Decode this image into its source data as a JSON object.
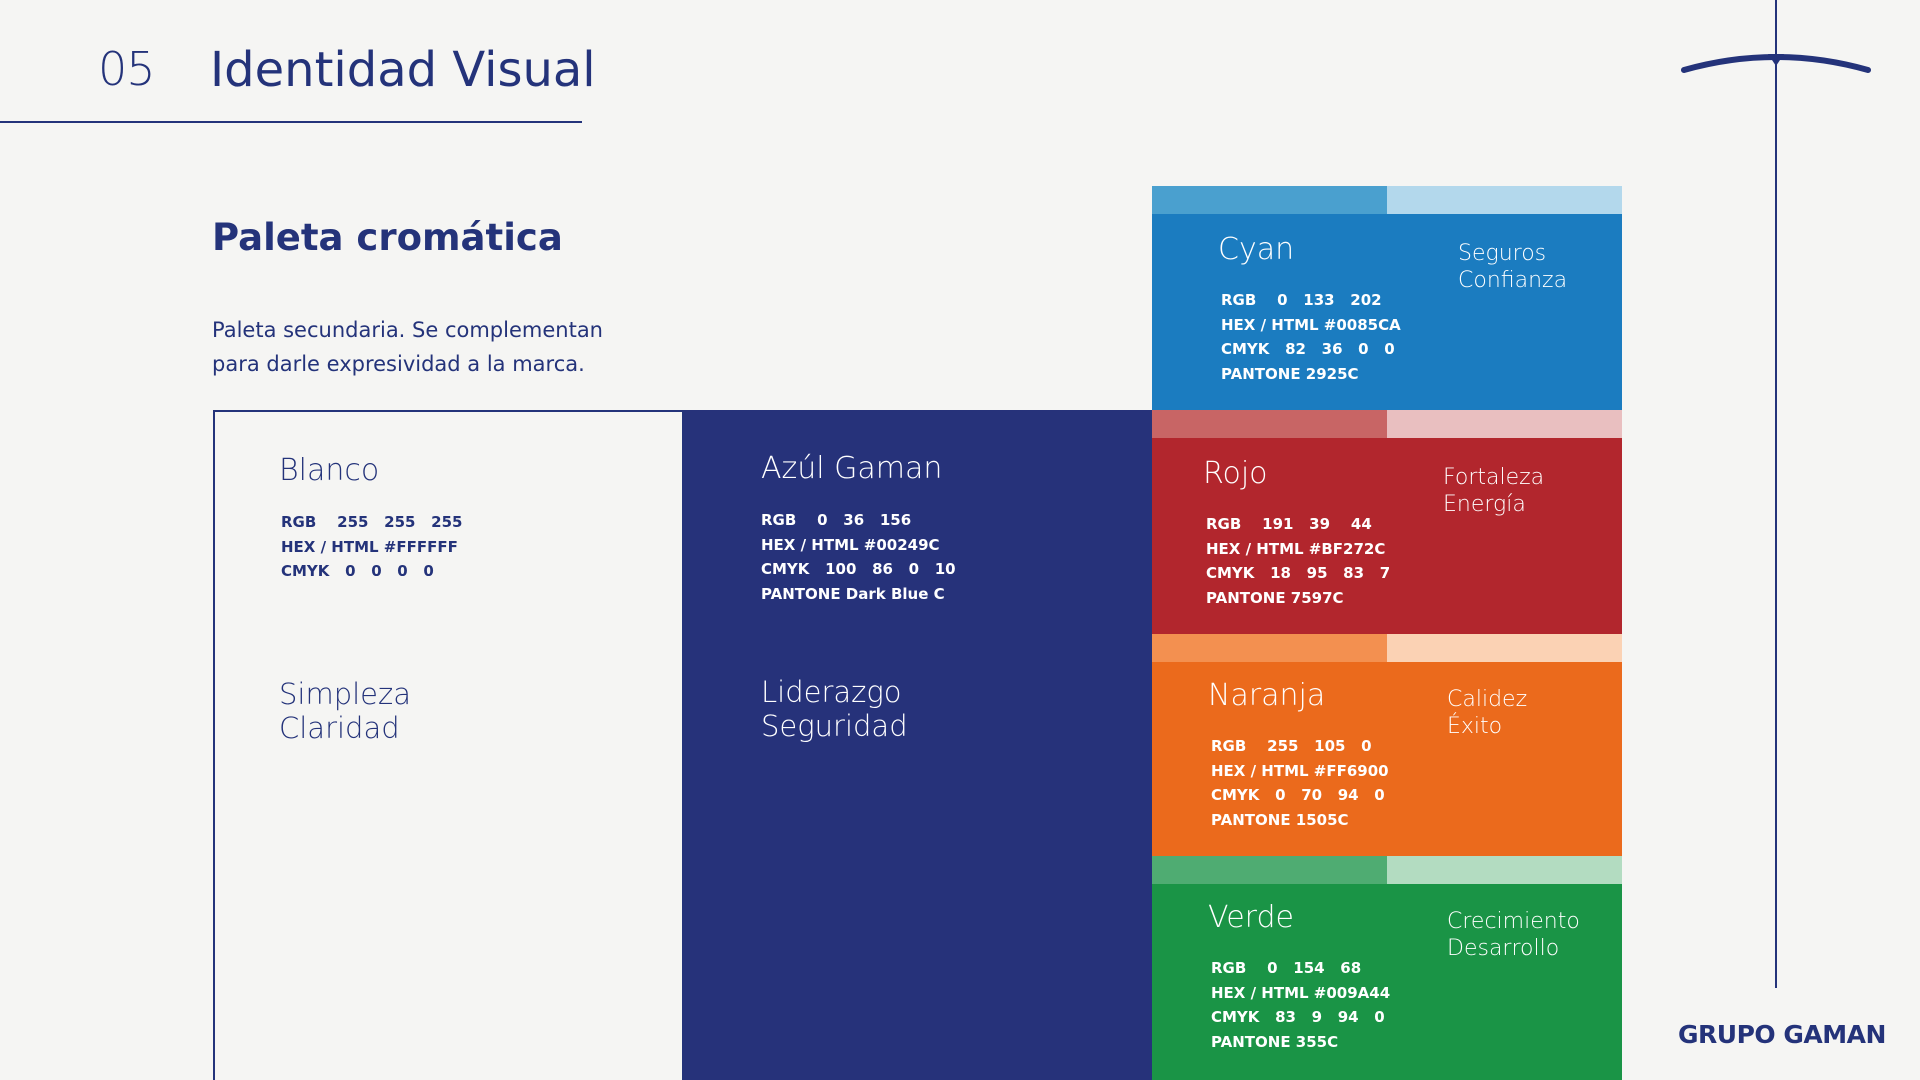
{
  "header": {
    "section_number": "05",
    "section_title": "Identidad Visual"
  },
  "intro": {
    "title": "Paleta cromática",
    "description": "Paleta secundaria. Se complementan para darle expresividad a la marca."
  },
  "brand": {
    "name": "GRUPO GAMAN"
  },
  "colors_accent": "#24337a",
  "swatches": {
    "blanco": {
      "name": "Blanco",
      "specs": "RGB    255   255   255\nHEX / HTML #FFFFFF\nCMYK   0   0   0   0",
      "values": [
        "Simpleza",
        "Claridad"
      ],
      "color": "#FFFFFF"
    },
    "azul": {
      "name": "Azúl Gaman",
      "specs": "RGB    0   36   156\nHEX / HTML #00249C\nCMYK   100   86   0   10\nPANTONE Dark Blue C",
      "values": [
        "Liderazgo",
        "Seguridad"
      ],
      "color": "#00249C"
    },
    "cyan": {
      "name": "Cyan",
      "specs": "RGB    0   133   202\nHEX / HTML #0085CA\nCMYK   82   36   0   0\nPANTONE 2925C",
      "values": [
        "Seguros",
        "Confianza"
      ],
      "color": "#0085CA"
    },
    "rojo": {
      "name": "Rojo",
      "specs": "RGB    191   39    44\nHEX / HTML #BF272C\nCMYK   18   95   83   7\nPANTONE 7597C",
      "values": [
        "Fortaleza",
        "Energía"
      ],
      "color": "#BF272C"
    },
    "naranja": {
      "name": "Naranja",
      "specs": "RGB    255   105   0\nHEX / HTML #FF6900\nCMYK   0   70   94   0\nPANTONE 1505C",
      "values": [
        "Calidez",
        "Éxito"
      ],
      "color": "#FF6900"
    },
    "verde": {
      "name": "Verde",
      "specs": "RGB    0   154   68\nHEX / HTML #009A44\nCMYK   83   9   94   0\nPANTONE 355C",
      "values": [
        "Crecimiento",
        "Desarrollo"
      ],
      "color": "#009A44"
    }
  }
}
